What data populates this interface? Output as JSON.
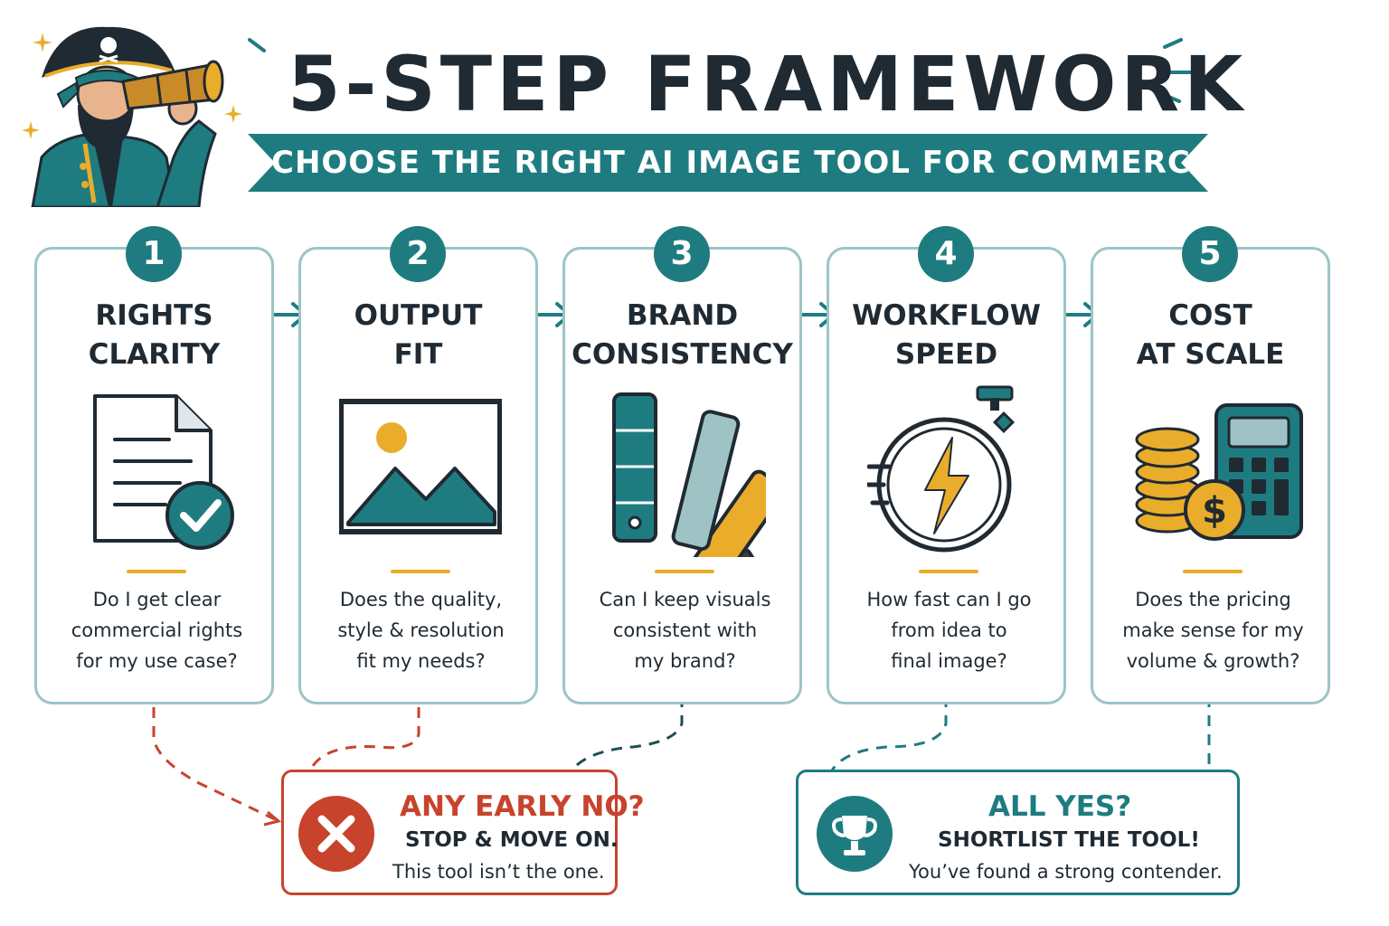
{
  "header": {
    "title": "5-STEP FRAMEWORK",
    "subtitle": "CHOOSE THE RIGHT AI IMAGE TOOL FOR COMMERCIAL USE"
  },
  "colors": {
    "teal": "#1e7c80",
    "dark": "#1f2a33",
    "gold": "#e9ad2b",
    "red": "#c8432c",
    "card_border": "#9cc4c6"
  },
  "steps": [
    {
      "number": "1",
      "title_lines": [
        "RIGHTS",
        "CLARITY"
      ],
      "icon": "document-check-icon",
      "question_lines": [
        "Do I get clear",
        "commercial rights",
        "for my use case?"
      ]
    },
    {
      "number": "2",
      "title_lines": [
        "OUTPUT",
        "FIT"
      ],
      "icon": "image-icon",
      "question_lines": [
        "Does the quality,",
        "style & resolution",
        "fit my needs?"
      ]
    },
    {
      "number": "3",
      "title_lines": [
        "BRAND",
        "CONSISTENCY"
      ],
      "icon": "color-swatch-icon",
      "question_lines": [
        "Can I keep visuals",
        "consistent with",
        "my brand?"
      ]
    },
    {
      "number": "4",
      "title_lines": [
        "WORKFLOW",
        "SPEED"
      ],
      "icon": "stopwatch-lightning-icon",
      "question_lines": [
        "How fast can I go",
        "from idea to",
        "final image?"
      ]
    },
    {
      "number": "5",
      "title_lines": [
        "COST",
        "AT SCALE"
      ],
      "icon": "coins-calculator-icon",
      "question_lines": [
        "Does the pricing",
        "make sense for my",
        "volume & growth?"
      ]
    }
  ],
  "outcomes": {
    "no": {
      "icon": "x-circle-icon",
      "heading": "ANY EARLY NO?",
      "subheading": "STOP & MOVE ON.",
      "note": "This tool isn’t the one."
    },
    "yes": {
      "icon": "trophy-icon",
      "heading": "ALL YES?",
      "subheading": "SHORTLIST THE TOOL!",
      "note": "You’ve found a strong contender."
    }
  },
  "mascot": {
    "icon": "pirate-telescope-icon"
  }
}
